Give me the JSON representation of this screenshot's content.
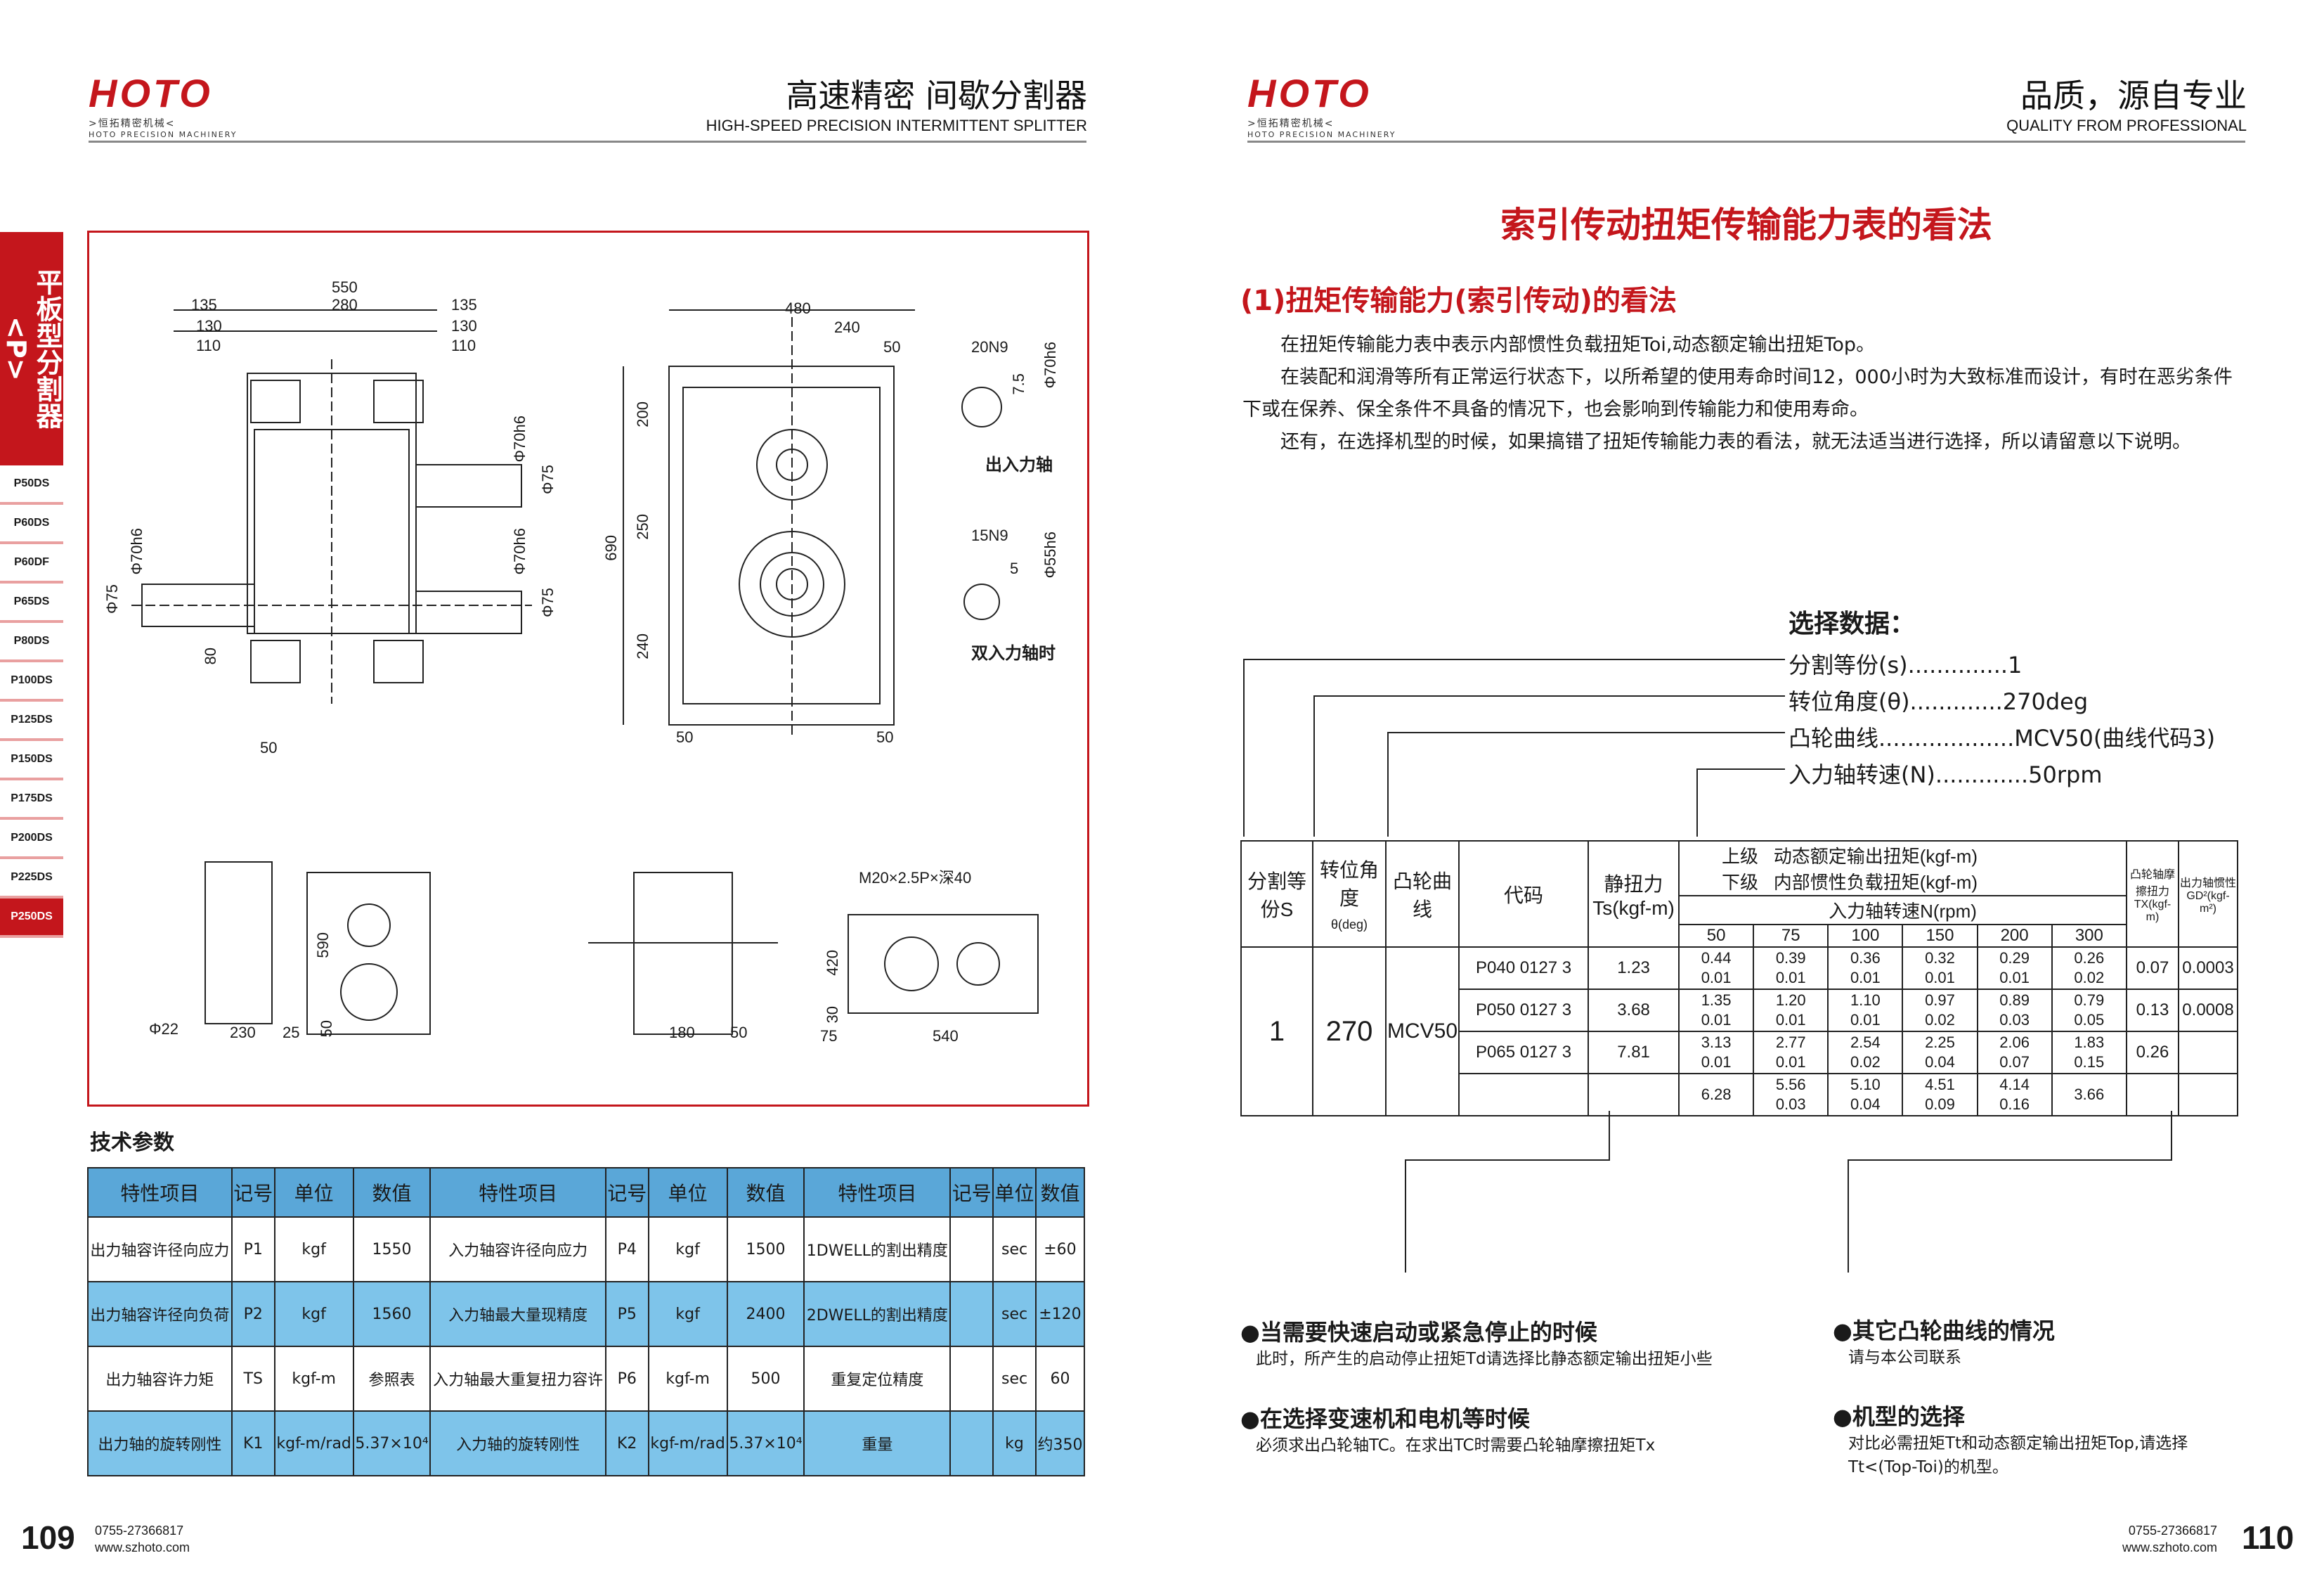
{
  "left": {
    "logo": "HOTO",
    "logo_sub_cn": ">恒拓精密机械<",
    "logo_sub_en": "HOTO PRECISION MACHINERY",
    "title_cn": "高速精密 间歇分割器",
    "title_en": "HIGH-SPEED PRECISION INTERMITTENT SPLITTER",
    "sidebar": {
      "category": "平板型分割器<P>",
      "items": [
        "P50DS",
        "P60DS",
        "P60DF",
        "P65DS",
        "P80DS",
        "P100DS",
        "P125DS",
        "P150DS",
        "P175DS",
        "P200DS",
        "P225DS",
        "P250DS"
      ],
      "active": "P250DS"
    },
    "drawing": {
      "dims_front": [
        "550",
        "135",
        "280",
        "135",
        "130",
        "110",
        "130",
        "110",
        "Φ70h6",
        "Φ75",
        "Φ70h6",
        "Φ75",
        "Φ70h6",
        "Φ75",
        "80",
        "50"
      ],
      "dims_side": [
        "480",
        "240",
        "50",
        "200",
        "690",
        "250",
        "240",
        "50",
        "50"
      ],
      "shaft_out": {
        "key": "20N9",
        "d": "Φ70h6",
        "k": "7.5",
        "label": "出入力轴"
      },
      "shaft_in": {
        "key": "15N9",
        "d": "Φ55h6",
        "k": "5",
        "label": "双入力轴时"
      },
      "dims_bottom": [
        "590",
        "Φ22",
        "230",
        "25",
        "50",
        "180",
        "50",
        "M20×2.5P×深40",
        "420",
        "30",
        "75",
        "540"
      ]
    },
    "spec_heading": "技术参数",
    "spec_table": {
      "headers": [
        "特性项目",
        "记号",
        "单位",
        "数值",
        "特性项目",
        "记号",
        "单位",
        "数值",
        "特性项目",
        "记号",
        "单位",
        "数值"
      ],
      "rows": [
        [
          "出力轴容许径向应力",
          "P1",
          "kgf",
          "1550",
          "入力轴容许径向应力",
          "P4",
          "kgf",
          "1500",
          "1DWELL的割出精度",
          "",
          "sec",
          "±60"
        ],
        [
          "出力轴容许径向负荷",
          "P2",
          "kgf",
          "1560",
          "入力轴最大量现精度",
          "P5",
          "kgf",
          "2400",
          "2DWELL的割出精度",
          "",
          "sec",
          "±120"
        ],
        [
          "出力轴容许力矩",
          "TS",
          "kgf-m",
          "参照表",
          "入力轴最大重复扭力容许",
          "P6",
          "kgf-m",
          "500",
          "重复定位精度",
          "",
          "sec",
          "60"
        ],
        [
          "出力轴的旋转刚性",
          "K1",
          "kgf-m/rad",
          "5.37×10⁴",
          "入力轴的旋转刚性",
          "K2",
          "kgf-m/rad",
          "5.37×10⁴",
          "重量",
          "",
          "kg",
          "约350"
        ]
      ]
    },
    "footer": {
      "page": "109",
      "phone": "0755-27366817",
      "web": "www.szhoto.com"
    }
  },
  "right": {
    "logo": "HOTO",
    "logo_sub_cn": ">恒拓精密机械<",
    "logo_sub_en": "HOTO PRECISION MACHINERY",
    "title_cn": "品质，源自专业",
    "title_en": "QUALITY FROM PROFESSIONAL",
    "main_title": "索引传动扭矩传输能力表的看法",
    "section_title": "(1)扭矩传输能力(索引传动)的看法",
    "paragraphs": [
      "在扭矩传输能力表中表示内部惯性负载扭矩Toi,动态额定输出扭矩Top。",
      "在装配和润滑等所有正常运行状态下，以所希望的使用寿命时间12，000小时为大致标准而设计，有时在恶劣条件下或在保养、保全条件不具备的情况下，也会影响到传输能力和使用寿命。",
      "还有，在选择机型的时候，如果搞错了扭矩传输能力表的看法，就无法适当进行选择，所以请留意以下说明。"
    ],
    "select_heading": "选择数据：",
    "select_items": [
      "分割等份(s)..............1",
      "转位角度(θ).............270deg",
      "凸轮曲线...................MCV50(曲线代码3)",
      "入力轴转速(N).............50rpm"
    ],
    "table": {
      "h_divisions": "分割等份S",
      "h_angle": "转位角度",
      "h_angle_unit": "θ(deg)",
      "h_curve": "凸轮曲线",
      "h_code": "代码",
      "h_static": "静扭力Ts(kgf-m)",
      "h_upper": "上级",
      "h_lower": "下级",
      "h_dyn1": "动态额定输出扭矩(kgf-m)",
      "h_dyn2": "内部惯性负载扭矩(kgf-m)",
      "h_speed": "入力轴转速N(rpm)",
      "h_tx": "凸轮轴摩擦扭力TX(kgf-m)",
      "h_gd": "出力轴惯性GD²(kgf-m²)",
      "speeds": [
        "50",
        "75",
        "100",
        "150",
        "200",
        "300"
      ],
      "s_val": "1",
      "angle_val": "270",
      "curve_val": "MCV50",
      "rows": [
        {
          "code": "P040 0127 3",
          "ts": "1.23",
          "upper": [
            "0.44",
            "0.39",
            "0.36",
            "0.32",
            "0.29",
            "0.26"
          ],
          "lower": [
            "0.01",
            "0.01",
            "0.01",
            "0.01",
            "0.01",
            "0.02"
          ],
          "tx": "0.07",
          "gd": "0.0003"
        },
        {
          "code": "P050 0127 3",
          "ts": "3.68",
          "upper": [
            "1.35",
            "1.20",
            "1.10",
            "0.97",
            "0.89",
            "0.79"
          ],
          "lower": [
            "0.01",
            "0.01",
            "0.01",
            "0.02",
            "0.03",
            "0.05"
          ],
          "tx": "0.13",
          "gd": "0.0008"
        },
        {
          "code": "P065 0127 3",
          "ts": "7.81",
          "upper": [
            "3.13",
            "2.77",
            "2.54",
            "2.25",
            "2.06",
            "1.83"
          ],
          "lower": [
            "0.01",
            "0.01",
            "0.02",
            "0.04",
            "0.07",
            "0.15"
          ],
          "tx": "0.26",
          "gd": ""
        },
        {
          "code": "",
          "ts": "",
          "upper": [
            "6.28",
            "5.56",
            "5.10",
            "4.51",
            "4.14",
            "3.66"
          ],
          "lower": [
            "",
            "0.03",
            "0.04",
            "0.09",
            "0.16",
            ""
          ],
          "tx": "",
          "gd": ""
        }
      ]
    },
    "notes": [
      {
        "title": "●当需要快速启动或紧急停止的时候",
        "text": "此时，所产生的启动停止扭矩Td请选择比静态额定输出扭矩小些"
      },
      {
        "title": "●在选择变速机和电机等时候",
        "text": "必须求出凸轮轴TC。在求出TC时需要凸轮轴摩擦扭矩Tx"
      },
      {
        "title": "●其它凸轮曲线的情况",
        "text": "请与本公司联系"
      },
      {
        "title": "●机型的选择",
        "text": "对比必需扭矩Tt和动态额定输出扭矩Top,请选择Tt<(Top-Toi)的机型。"
      }
    ],
    "footer": {
      "page": "110",
      "phone": "0755-27366817",
      "web": "www.szhoto.com"
    }
  }
}
